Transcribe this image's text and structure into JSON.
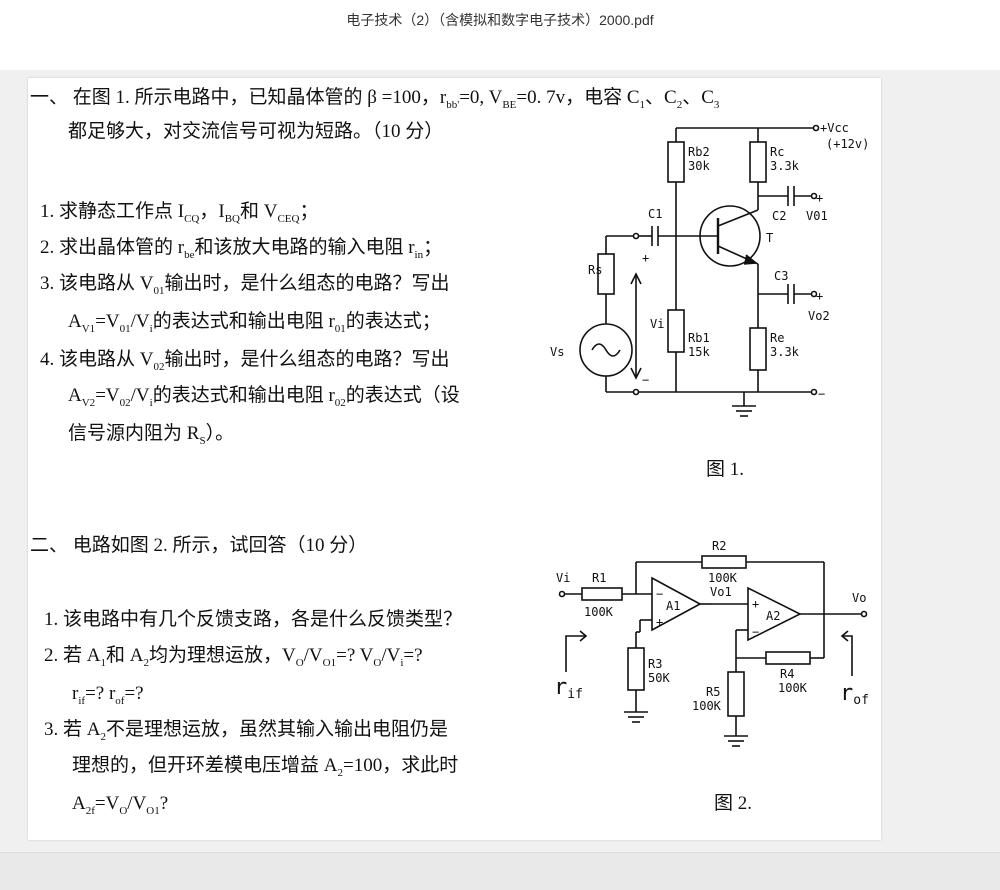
{
  "document": {
    "title": "电子技术（2）（含模拟和数字电子技术）2000.pdf"
  },
  "q1": {
    "marker": "一、",
    "intro_line1": "在图 1. 所示电路中，已知晶体管的 β =100，r",
    "rbb_sub": "bb'",
    "intro_mid": "=0,  V",
    "vbe_sub": "BE",
    "intro_tail": "=0. 7v，电容 C",
    "c_sub1": "1",
    "c_sep1": "、C",
    "c_sub2": "2",
    "c_sep2": "、C",
    "c_sub3": "3",
    "intro_line2": "都足够大，对交流信号可视为短路。（10 分）",
    "item1_a": "1. 求静态工作点 I",
    "item1_s1": "CQ",
    "item1_b": "，I",
    "item1_s2": "BQ",
    "item1_c": "和 V",
    "item1_s3": "CEQ",
    "item1_d": "；",
    "item2_a": "2. 求出晶体管的 r",
    "item2_s1": "be",
    "item2_b": "和该放大电路的输入电阻 r",
    "item2_s2": "in",
    "item2_c": "；",
    "item3_a": "3. 该电路从 V",
    "item3_s1": "01",
    "item3_b": "输出时，是什么组态的电路？写出",
    "item3_l2a": "A",
    "item3_l2s1": "V1",
    "item3_l2b": "=V",
    "item3_l2s2": "01",
    "item3_l2c": "/V",
    "item3_l2s3": "i",
    "item3_l2d": "的表达式和输出电阻 r",
    "item3_l2s4": "01",
    "item3_l2e": "的表达式；",
    "item4_a": "4. 该电路从 V",
    "item4_s1": "02",
    "item4_b": "输出时，是什么组态的电路？写出",
    "item4_l2a": "A",
    "item4_l2s1": "V2",
    "item4_l2b": "=V",
    "item4_l2s2": "02",
    "item4_l2c": "/V",
    "item4_l2s3": "i",
    "item4_l2d": "的表达式和输出电阻 r",
    "item4_l2s4": "02",
    "item4_l2e": "的表达式（设",
    "item4_l3a": "信号源内阻为 R",
    "item4_l3s": "S",
    "item4_l3b": "）。",
    "figure_caption": "图 1."
  },
  "fig1": {
    "vcc": "+Vcc",
    "vcc_val": "(+12v)",
    "rb2": "Rb2",
    "rb2_val": "30k",
    "rc": "Rc",
    "rc_val": "3.3k",
    "c1": "C1",
    "c2": "C2",
    "c3": "C3",
    "v01": "V01",
    "vo2": "Vo2",
    "t": "T",
    "rs": "Rs",
    "vs": "Vs",
    "vi": "Vi",
    "rb1": "Rb1",
    "rb1_val": "15k",
    "re": "Re",
    "re_val": "3.3k",
    "plus": "+",
    "minus": "−"
  },
  "q2": {
    "marker": "二、",
    "intro": "电路如图 2. 所示，试回答（10 分）",
    "item1": "1. 该电路中有几个反馈支路，各是什么反馈类型？",
    "item2_a": "2. 若 A",
    "item2_s1": "1",
    "item2_b": "和 A",
    "item2_s2": "2",
    "item2_c": "均为理想运放，V",
    "item2_s3": "O",
    "item2_d": "/V",
    "item2_s4": "O1",
    "item2_e": "=?   V",
    "item2_s5": "O",
    "item2_f": "/V",
    "item2_s6": "i",
    "item2_g": "=?",
    "item2_l2a": "r",
    "item2_l2s1": "if",
    "item2_l2b": "=?   r",
    "item2_l2s2": "of",
    "item2_l2c": "=?",
    "item3_a": "3. 若 A",
    "item3_s1": "2",
    "item3_b": "不是理想运放，虽然其输入输出电阻仍是",
    "item3_l2a": "理想的，但开环差模电压增益 A",
    "item3_l2s": "2",
    "item3_l2b": "=100，求此时",
    "item3_l3a": "A",
    "item3_l3s1": "2f",
    "item3_l3b": "=V",
    "item3_l3s2": "O",
    "item3_l3c": "/V",
    "item3_l3s3": "O1",
    "item3_l3d": "?",
    "figure_caption": "图 2."
  },
  "fig2": {
    "vi": "Vi",
    "r1": "R1",
    "r1_val": "100K",
    "r2": "R2",
    "r2_val": "100K",
    "r3": "R3",
    "r3_val": "50K",
    "r4": "R4",
    "r4_val": "100K",
    "r5": "R5",
    "r5_val": "100K",
    "a1": "A1",
    "a2": "A2",
    "vo1": "Vo1",
    "vo": "Vo",
    "rif": "r",
    "rif_sub": "if",
    "rof": "r",
    "rof_sub": "of",
    "minus": "−",
    "plus": "+"
  }
}
